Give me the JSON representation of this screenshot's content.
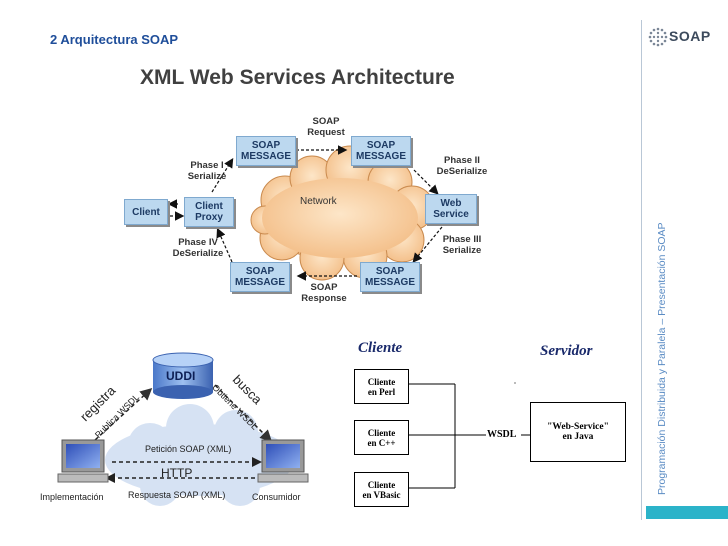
{
  "header": {
    "slide_title": "2   Arquitectura SOAP",
    "logo_text": "SOAP",
    "side_text": "Programación Distribuida y Paralela – Presentación SOAP"
  },
  "architecture": {
    "title": "XML Web Services Architecture",
    "nodes": {
      "client": "Client",
      "client_proxy": "Client\nProxy",
      "soap_message_tl": "SOAP\nMESSAGE",
      "soap_message_tr": "SOAP\nMESSAGE",
      "web_service": "Web\nService",
      "soap_message_br": "SOAP\nMESSAGE",
      "soap_message_bl": "SOAP\nMESSAGE",
      "network": "Network"
    },
    "labels": {
      "soap_request": "SOAP\nRequest",
      "phase1": "Phase I\nSerialize",
      "phase2": "Phase II\nDeSerialize",
      "phase3": "Phase III\nSerialize",
      "phase4": "Phase IV\nDeSerialize",
      "soap_response": "SOAP\nResponse"
    }
  },
  "uddi_diagram": {
    "uddi": "UDDI",
    "registra": "registra",
    "publica_wsdl": "Publica WSDL",
    "busca": "busca",
    "obtiene_wsdl": "Obtiene WSDL",
    "peticion": "Petición SOAP (XML)",
    "http": "HTTP",
    "respuesta": "Respuesta SOAP (XML)",
    "implementacion": "Implementación",
    "consumidor": "Consumidor"
  },
  "client_server": {
    "cliente_title": "Cliente",
    "servidor_title": "Servidor",
    "clients": [
      "Cliente\nen Perl",
      "Cliente\nen C++",
      "Cliente\nen VBasic"
    ],
    "wsdl": "WSDL",
    "web_service": "\"Web-Service\"\nen Java"
  }
}
